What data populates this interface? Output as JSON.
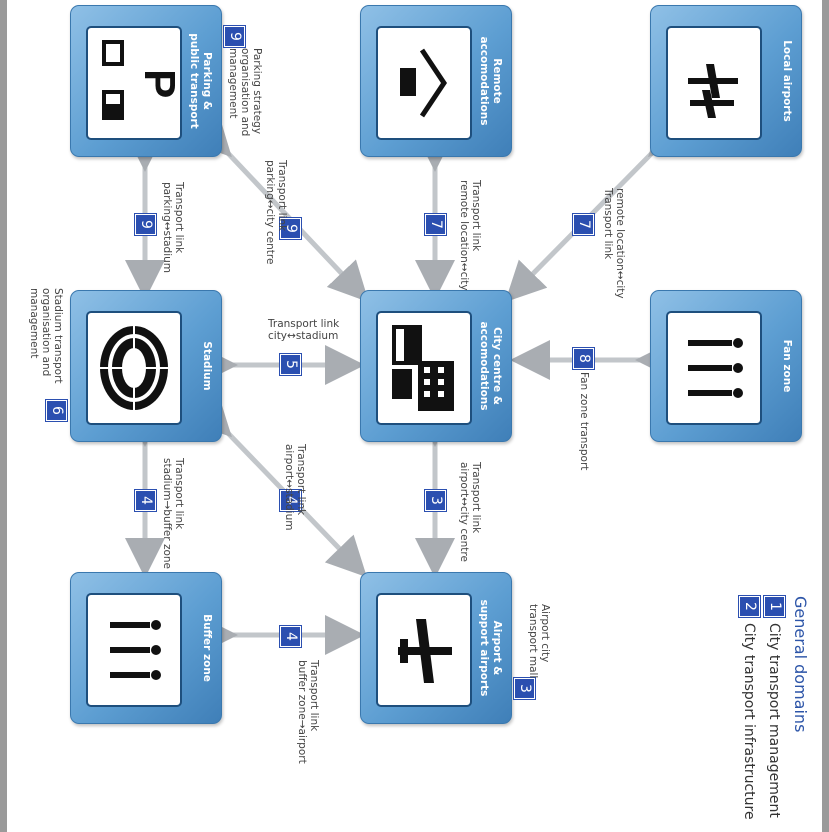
{
  "nodes": {
    "parking": {
      "label": "Parking &\npublic transport",
      "badge": "9",
      "desc": "Parking strategy\norganisation and\nmanagement"
    },
    "remote": {
      "label": "Remote\naccomodations"
    },
    "airports": {
      "label": "Local airports"
    },
    "stadium": {
      "label": "Stadium",
      "badge": "6",
      "desc": "Stadium transport\norganisation and\nmanagement"
    },
    "city": {
      "label": "City centre &\naccomodations"
    },
    "fan": {
      "label": "Fan zone"
    },
    "buffer": {
      "label": "Buffer zone"
    },
    "airport": {
      "label": "Airport &\nsupport airports",
      "badge": "3",
      "desc": "Airport city\ntransport mall"
    }
  },
  "links": {
    "parking_stadium": {
      "badge": "9",
      "text": "Transport link\nparking↔stadium"
    },
    "parking_city": {
      "badge": "9",
      "text": "Transport link\nparking↔city centre"
    },
    "remote_city": {
      "badge": "7",
      "text": "Transport link\nremote location↔city"
    },
    "airports_city": {
      "badge": "7",
      "text": "remote location↔city\nTransport link"
    },
    "stadium_city": {
      "badge": "5",
      "text": "Transport link\ncity↔stadium"
    },
    "fan_city": {
      "badge": "8",
      "text": "Fan zone transport"
    },
    "stadium_buffer": {
      "badge": "4",
      "text": "Transport link\nstadium→buffer zone"
    },
    "stadium_airport": {
      "badge": "4",
      "text": "Transport link\nairport↔stadium"
    },
    "city_airport": {
      "badge": "3",
      "text": "Transport link\nairport↔city centre"
    },
    "buffer_airport": {
      "badge": "4",
      "text": "Transport link\nbuffer zone→airport"
    }
  },
  "legend": {
    "title": "General domains",
    "items": [
      {
        "num": "1",
        "label": "City transport management"
      },
      {
        "num": "2",
        "label": "City transport infrastructure"
      }
    ]
  },
  "colors": {
    "box": "#5d9ed2",
    "badge": "#2b4fb0",
    "arrow": "#b8bcc0",
    "legend_title": "#2d55a8"
  }
}
